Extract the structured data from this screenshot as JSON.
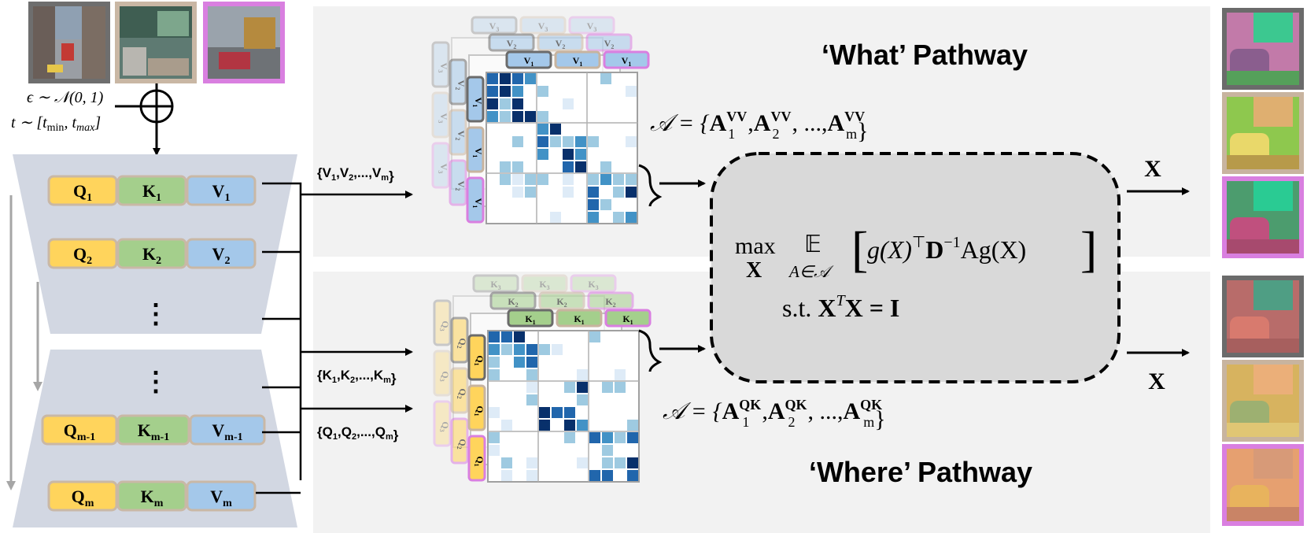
{
  "inputs": {
    "noise": "ϵ ∼ 𝒩(0, 1)",
    "timestep": "t ∼ [t",
    "t_min": "min",
    "t_sep": ", t",
    "t_max": "max",
    "t_close": "]"
  },
  "encoder": {
    "rows": [
      {
        "q": "Q",
        "q_sub": "1",
        "k": "K",
        "k_sub": "1",
        "v": "V",
        "v_sub": "1"
      },
      {
        "q": "Q",
        "q_sub": "2",
        "k": "K",
        "k_sub": "2",
        "v": "V",
        "v_sub": "2"
      },
      {
        "q": "Q",
        "q_sub": "m-1",
        "k": "K",
        "k_sub": "m-1",
        "v": "V",
        "v_sub": "m-1"
      },
      {
        "q": "Q",
        "q_sub": "m",
        "k": "K",
        "k_sub": "m",
        "v": "V",
        "v_sub": "m"
      }
    ],
    "ellipsis": "⋮"
  },
  "sets": {
    "v_set": {
      "open": "{",
      "items": [
        "V",
        "V",
        "V"
      ],
      "subs": [
        "1",
        "2",
        "m"
      ],
      "sep": ",",
      "dots": "...",
      "close": "}"
    },
    "k_set": {
      "open": "{",
      "items": [
        "K",
        "K",
        "K"
      ],
      "subs": [
        "1",
        "2",
        "m"
      ],
      "sep": ",",
      "dots": "...",
      "close": "}"
    },
    "q_set": {
      "open": "{",
      "items": [
        "Q",
        "Q",
        "Q"
      ],
      "subs": [
        "1",
        "2",
        "m"
      ],
      "sep": ",",
      "dots": "...",
      "close": "}"
    }
  },
  "stack_labels": {
    "v": [
      "V",
      "V",
      "V"
    ],
    "v_subs": [
      "3",
      "2",
      "1"
    ],
    "k": [
      "K",
      "K",
      "K"
    ],
    "k_subs": [
      "3",
      "2",
      "1"
    ],
    "q": [
      "Q",
      "Q",
      "Q"
    ],
    "q_subs": [
      "3",
      "2",
      "1"
    ]
  },
  "what": {
    "title": "‘What’ Pathway",
    "set_prefix": "𝒜 = {",
    "A": "A",
    "sup": "VV",
    "subs": [
      "1",
      "2",
      "m"
    ],
    "sep": ",",
    "dots": "...,",
    "close": "}"
  },
  "where": {
    "title": "‘Where’ Pathway",
    "set_prefix": "𝒜 = {",
    "A": "A",
    "sup": "QK",
    "subs": [
      "1",
      "2",
      "m"
    ],
    "sep": ",",
    "dots": "...,",
    "close": "}"
  },
  "objective": {
    "max": "max",
    "max_var": "X",
    "expect": "𝔼",
    "expect_sub": "A∈𝒜",
    "body_1": "g(X)",
    "body_2": "⊤",
    "body_3": "D",
    "body_4": "−1",
    "body_5": "Ag(X)",
    "st": "s.t. ",
    "st_1": "X",
    "st_2": "T",
    "st_3": "X = I"
  },
  "outputs": {
    "top_label": "X",
    "bottom_label": "X"
  },
  "colors": {
    "q": "#FFD45C",
    "k": "#A4CF8C",
    "v": "#A4C8EA",
    "cell_border": "#C9B8A6",
    "encoder": "#D2D7E2",
    "panel": "#F2F2F2",
    "highlight": "#D97FE0",
    "dark_gray": "#6B6B6B",
    "tan": "#C8B49F"
  }
}
